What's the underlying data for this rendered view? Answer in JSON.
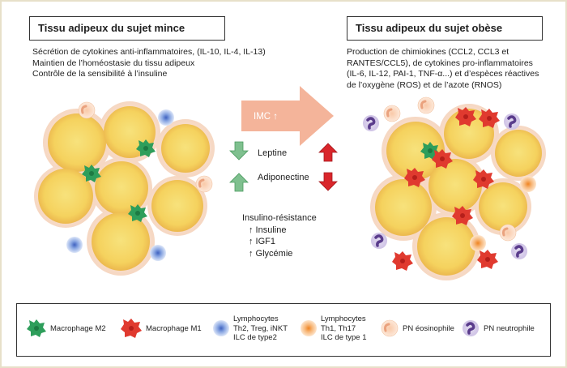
{
  "left_panel": {
    "title": "Tissu adipeux du sujet mince",
    "lines": [
      "Sécrétion de cytokines anti-inflammatoires, (IL-10, IL-4, IL-13)",
      "Maintien de l’homéostasie du tissu adipeux",
      "Contrôle de la sensibilité à l’insuline"
    ]
  },
  "right_panel": {
    "title": "Tissu adipeux du sujet obèse",
    "lines": [
      "Production de chimiokines (CCL2, CCL3 et",
      "RANTES/CCL5), de cytokines pro-inflammatoires",
      "(IL-6, IL-12, PAI-1, TNF-α...) et d’espèces réactives",
      "de l’oxygène (ROS) et de l’azote (RNOS)"
    ]
  },
  "center": {
    "imc": "IMC ↑",
    "leptine": "Leptine",
    "adiponectine": "Adiponectine",
    "insulino_resistance": "Insulino-résistance",
    "insuline": "↑ Insuline",
    "igf1": "↑ IGF1",
    "glycemie": "↑ Glycémie"
  },
  "legend": {
    "m2": "Macrophage M2",
    "m1": "Macrophage M1",
    "lymph_blue": [
      "Lymphocytes",
      "Th2, Treg, iNKT",
      "ILC de type2"
    ],
    "lymph_orange": [
      "Lymphocytes",
      "Th1, Th17",
      "ILC de type 1"
    ],
    "eosinophile": "PN éosinophile",
    "neutrophile": "PN neutrophile"
  },
  "colors": {
    "adipocyte": "#f7d96b",
    "m2": "#2e9e5b",
    "m1": "#e03a2f",
    "lymph_blue": "#5b7fcf",
    "lymph_orange": "#f39a3c",
    "imc_arrow": "#f4b49a",
    "down_green": "#7fc08f",
    "up_red": "#d9262b"
  }
}
